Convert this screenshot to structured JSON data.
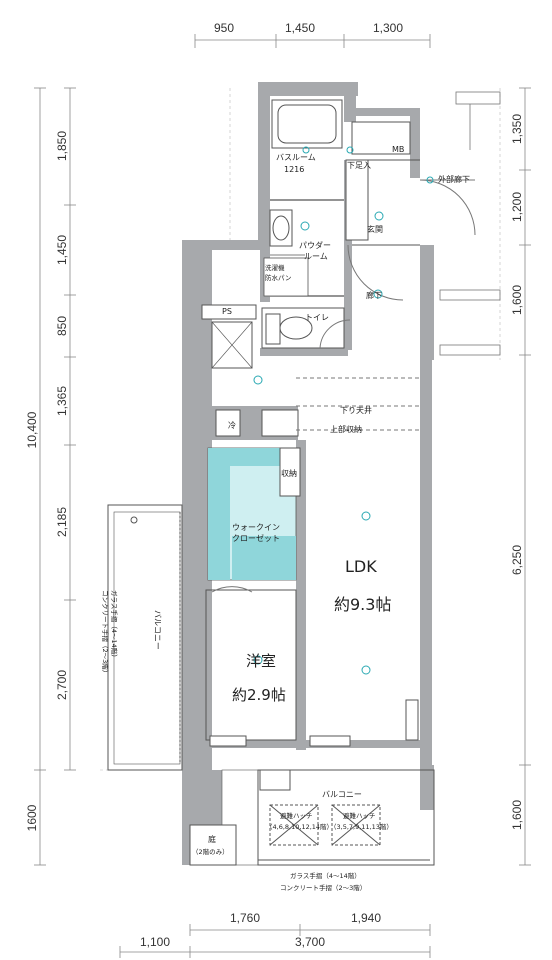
{
  "colors": {
    "wall": "#a7a9ac",
    "wall_dark": "#8d8f92",
    "closet": "#8fd6da",
    "closet_light": "#cfeff1",
    "lines": "#555555",
    "dim_lines": "#777777",
    "dots": "#2aa9b3"
  },
  "dimensions": {
    "top": [
      "950",
      "1,450",
      "1,300"
    ],
    "bottom_upper": [
      "1,760",
      "1,940"
    ],
    "bottom_lower": [
      "1,100",
      "3,700"
    ],
    "left_outer": "10,400",
    "left_inner": [
      "1,850",
      "1,450",
      "850",
      "1,365",
      "2,185",
      "2,700",
      "1600"
    ],
    "right": [
      "1,350",
      "1,200",
      "1,600",
      "6,250",
      "1,600"
    ]
  },
  "rooms": {
    "bathroom": "バスルーム",
    "bathroom_size": "1216",
    "powder": "パウダー",
    "powder2": "ルーム",
    "washer1": "洗濯機",
    "washer2": "防水パン",
    "toilet": "トイレ",
    "entrance": "玄関",
    "shoe": "下足入",
    "hall": "廊下",
    "mb": "MB",
    "ext_hall": "外部廊下",
    "ps": "PS",
    "fridge": "冷",
    "drop_ceiling": "下り天井",
    "upper_storage": "上部収納",
    "storage": "収納",
    "wic1": "ウォークイン",
    "wic2": "クローゼット",
    "ldk": "LDK",
    "ldk_size": "約9.3帖",
    "western": "洋室",
    "western_size": "約2.9帖",
    "balcony_side": "バルコニー",
    "balcony_bottom": "バルコニー",
    "rail_side1": "ガラス手摺（4～14階）",
    "rail_side2": "コンクリート手摺（2～3階）",
    "hatch1": "避難ハッチ",
    "hatch1_floors": "（4,6,8,10,12,14階）",
    "hatch2": "避難ハッチ",
    "hatch2_floors": "（3,5,7,9,11,13階）",
    "garden": "庭",
    "garden_note": "（2階のみ）",
    "rail_bottom1": "ガラス手摺（4～14階）",
    "rail_bottom2": "コンクリート手摺（2～3階）"
  }
}
